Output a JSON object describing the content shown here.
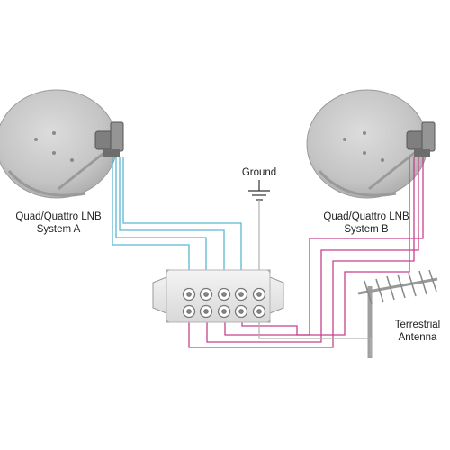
{
  "labels": {
    "ground": "Ground",
    "system_a": {
      "line1": "Quad/Quattro LNB",
      "line2": "System A"
    },
    "system_b": {
      "line1": "Quad/Quattro LNB",
      "line2": "System B"
    },
    "terrestrial": {
      "line1": "Terrestrial",
      "line2": "Antenna"
    }
  },
  "colors": {
    "system_a_cable": "#5bb6d3",
    "system_b_cable": "#c5428a",
    "ground_cable": "#b0b0b0",
    "dish": "#c8c8c8",
    "lnb": "#8a8a8a",
    "switch_body": "#eeeeee"
  }
}
